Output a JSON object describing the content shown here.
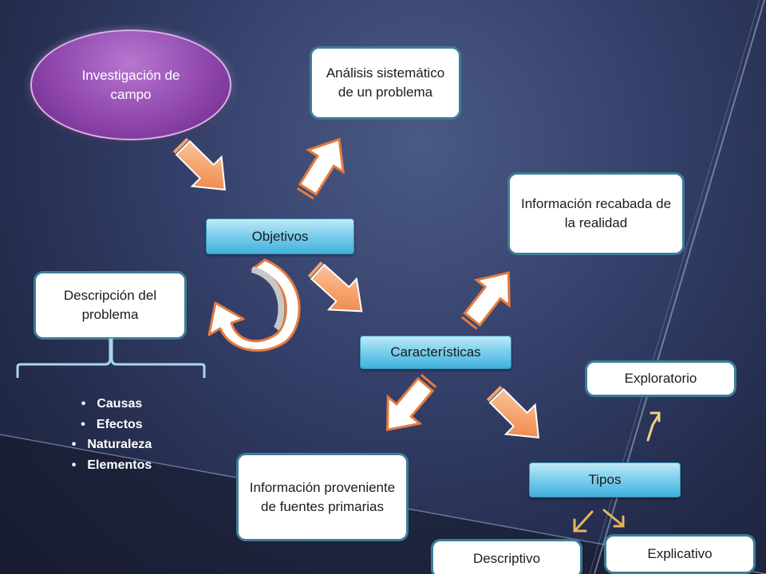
{
  "diagram": {
    "root": "Investigación de campo",
    "objetivos": "Objetivos",
    "analisis": "Análisis sistemático de un problema",
    "informacion_realidad": "Información recabada de la realidad",
    "descripcion": "Descripción del problema",
    "caracteristicas": "Características",
    "informacion_primarias": "Información proveniente de fuentes primarias",
    "tipos": "Tipos",
    "exploratorio": "Exploratorio",
    "descriptivo": "Descriptivo",
    "explicativo": "Explicativo",
    "bullets": [
      "Causas",
      "Efectos",
      "Naturaleza",
      "Elementos"
    ]
  },
  "colors": {
    "oval": "#8f47ad",
    "bar": "#7fd0ee",
    "box_border": "#3d7d97",
    "arrow": "#f4a46f"
  }
}
